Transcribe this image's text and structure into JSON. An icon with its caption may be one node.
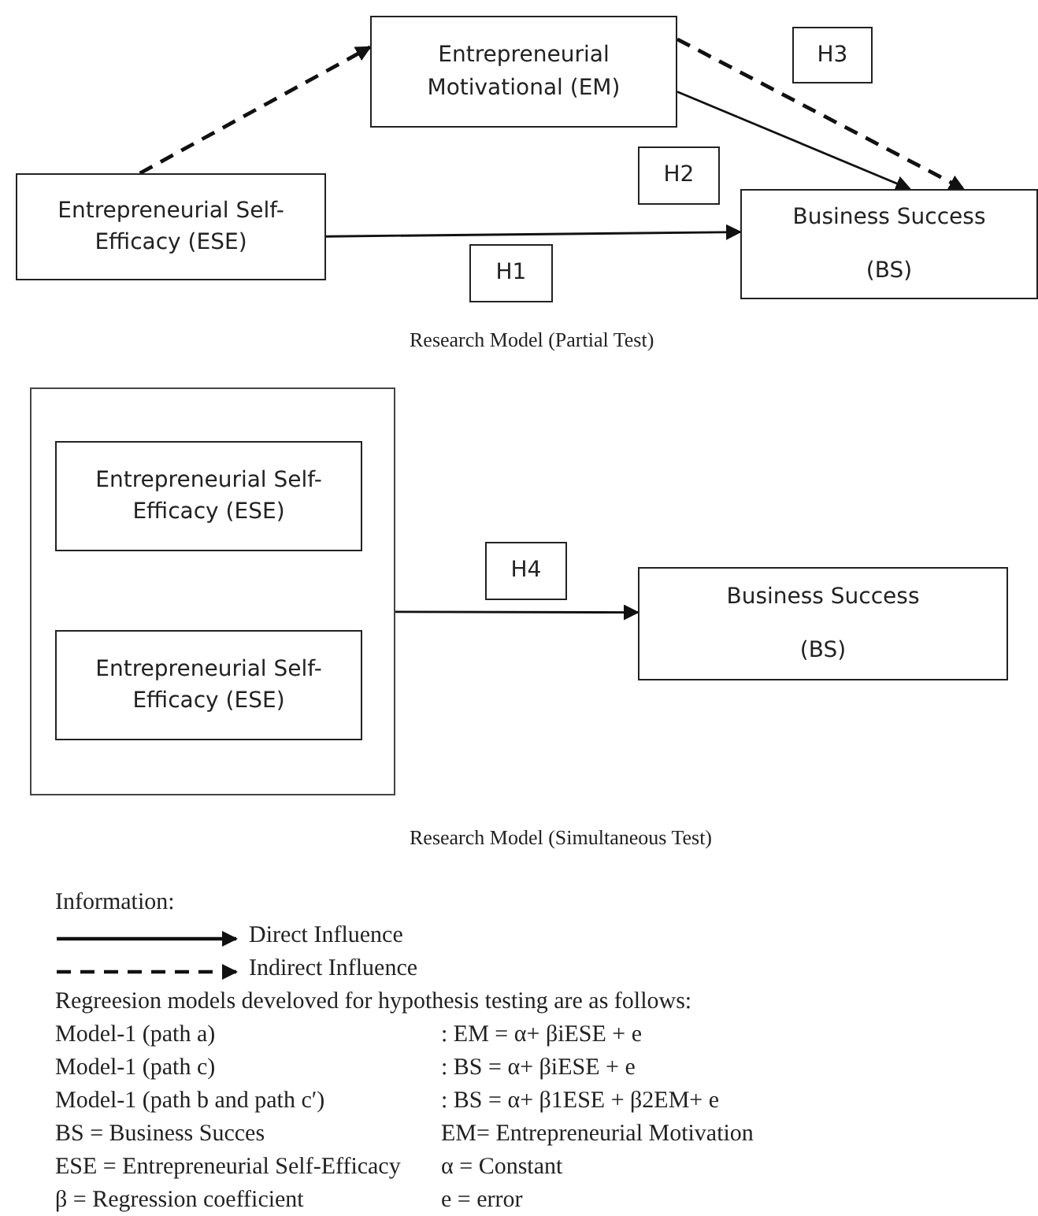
{
  "diagram": {
    "nodes": [
      {
        "text": [
          "Entrepreneurial Self-Efficacy (ESE)"
        ]
      },
      {
        "text": [
          "Entrepreneurial Motivational (EM)"
        ]
      },
      {
        "text": [
          "Business Success",
          "(BS)"
        ]
      },
      {
        "text": [
          "H3"
        ]
      },
      {
        "text": [
          "H2"
        ]
      },
      {
        "text": [
          "H1"
        ]
      },
      {
        "text": [],
        "shape": "box"
      },
      {
        "text": [
          "Entrepreneurial Self-Efficacy (ESE)"
        ],
        "in": 6
      },
      {
        "text": [
          "Entrepreneurial Self-Efficacy (ESE)"
        ],
        "in": 6
      },
      {
        "text": [
          "H4"
        ]
      },
      {
        "text": [
          "Business Success",
          "(BS)"
        ]
      }
    ],
    "edges": [
      {
        "from": 0,
        "to": 1,
        "arrow": "to",
        "style": "dashed"
      },
      {
        "from": 1,
        "to": 2,
        "arrow": "to"
      },
      {
        "from": 1,
        "to": 2,
        "arrow": "to",
        "style": "dashed"
      },
      {
        "from": 0,
        "to": 2,
        "arrow": "to"
      },
      {
        "from": 6,
        "to": 10,
        "arrow": "to"
      }
    ],
    "labels": [
      "Research Model (Partial Test)",
      "Research Model (Simultaneous Test)",
      "Information:",
      "Regreesion models develoved for hypothesis testing are as follows:",
      "Model-1 (path a)",
      ": EM = α+ βiESE + e",
      "Model-1 (path c)",
      ": BS = α+ βiESE + e",
      "Model-1 (path b and path c′)",
      ": BS = α+ β1ESE + β2EM+ e",
      "BS = Business Succes",
      "EM= Entrepreneurial Motivation",
      "ESE = Entrepreneurial Self-Efficacy",
      "α = Constant",
      "β = Regression coefficient",
      "e = error"
    ],
    "legend": [
      {
        "text": "Direct Influence"
      },
      {
        "text": "Indirect Influence"
      }
    ]
  }
}
